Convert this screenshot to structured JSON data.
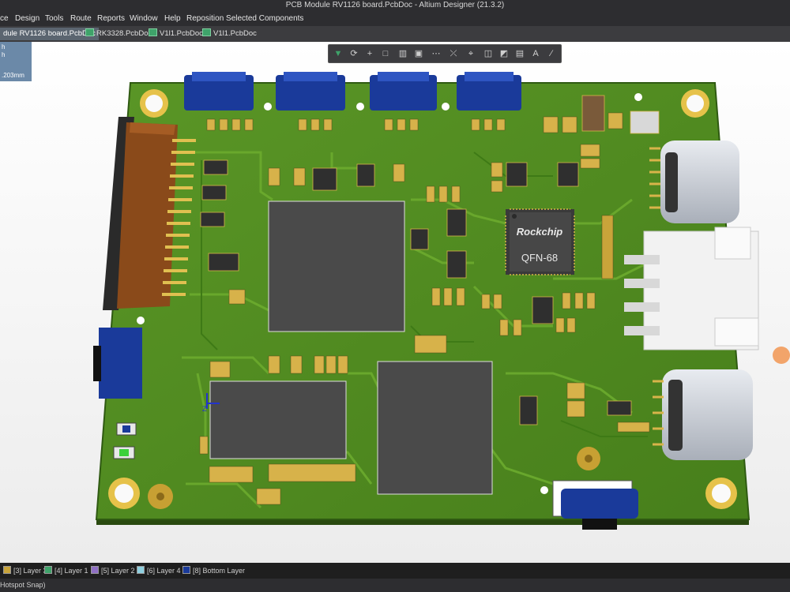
{
  "window": {
    "title": "PCB Module RV1126 board.PcbDoc - Altium Designer (21.3.2)"
  },
  "menu": {
    "items": [
      {
        "id": "place",
        "label": "ce"
      },
      {
        "id": "design",
        "label": "Design"
      },
      {
        "id": "tools",
        "label": "Tools"
      },
      {
        "id": "route",
        "label": "Route"
      },
      {
        "id": "reports",
        "label": "Reports"
      },
      {
        "id": "window",
        "label": "Window"
      },
      {
        "id": "help",
        "label": "Help"
      },
      {
        "id": "reposition",
        "label": "Reposition Selected Components"
      }
    ]
  },
  "tabs": [
    {
      "label": "dule RV1126 board.PcbDoc",
      "active": true
    },
    {
      "label": "RK3328.PcbDoc",
      "active": false
    },
    {
      "label": "V1l1.PcbDoc",
      "active": false
    },
    {
      "label": "V1l1.PcbDoc",
      "active": false
    }
  ],
  "info_panel": {
    "line1": "h",
    "line2": "h",
    "line3": ".203mm"
  },
  "toolbar": {
    "icons": [
      "filter-icon",
      "route-icon",
      "add-icon",
      "rect-select-icon",
      "chart-icon",
      "component-icon",
      "net-icon",
      "diff-pair-icon",
      "location-icon",
      "keepout-icon",
      "dimension-icon",
      "measure-icon",
      "text-icon",
      "line-icon"
    ]
  },
  "board": {
    "chip_brand": "Rockchip",
    "chip_package": "QFN-68",
    "colors": {
      "pcb": "#4f8a1f",
      "trace": "#6aa52c",
      "mask": "#3d6e17",
      "silk": "#f5f5f5",
      "pad": "#d8b44a",
      "ic": "#4a4a4a",
      "connector_blue": "#1a3a9a",
      "connector_brown": "#8a4a1a",
      "usb": "#c8ccd4"
    }
  },
  "layers": [
    {
      "label": "[3] Layer 3",
      "color": "#c9a43a"
    },
    {
      "label": "[4] Layer 1",
      "color": "#3fa36a"
    },
    {
      "label": "[5] Layer 2",
      "color": "#8f6fc4"
    },
    {
      "label": "[6] Layer 4",
      "color": "#8fd0e0"
    },
    {
      "label": "[8] Bottom Layer",
      "color": "#1a3a9a"
    }
  ],
  "status": {
    "text": "Hotspot Snap)"
  }
}
